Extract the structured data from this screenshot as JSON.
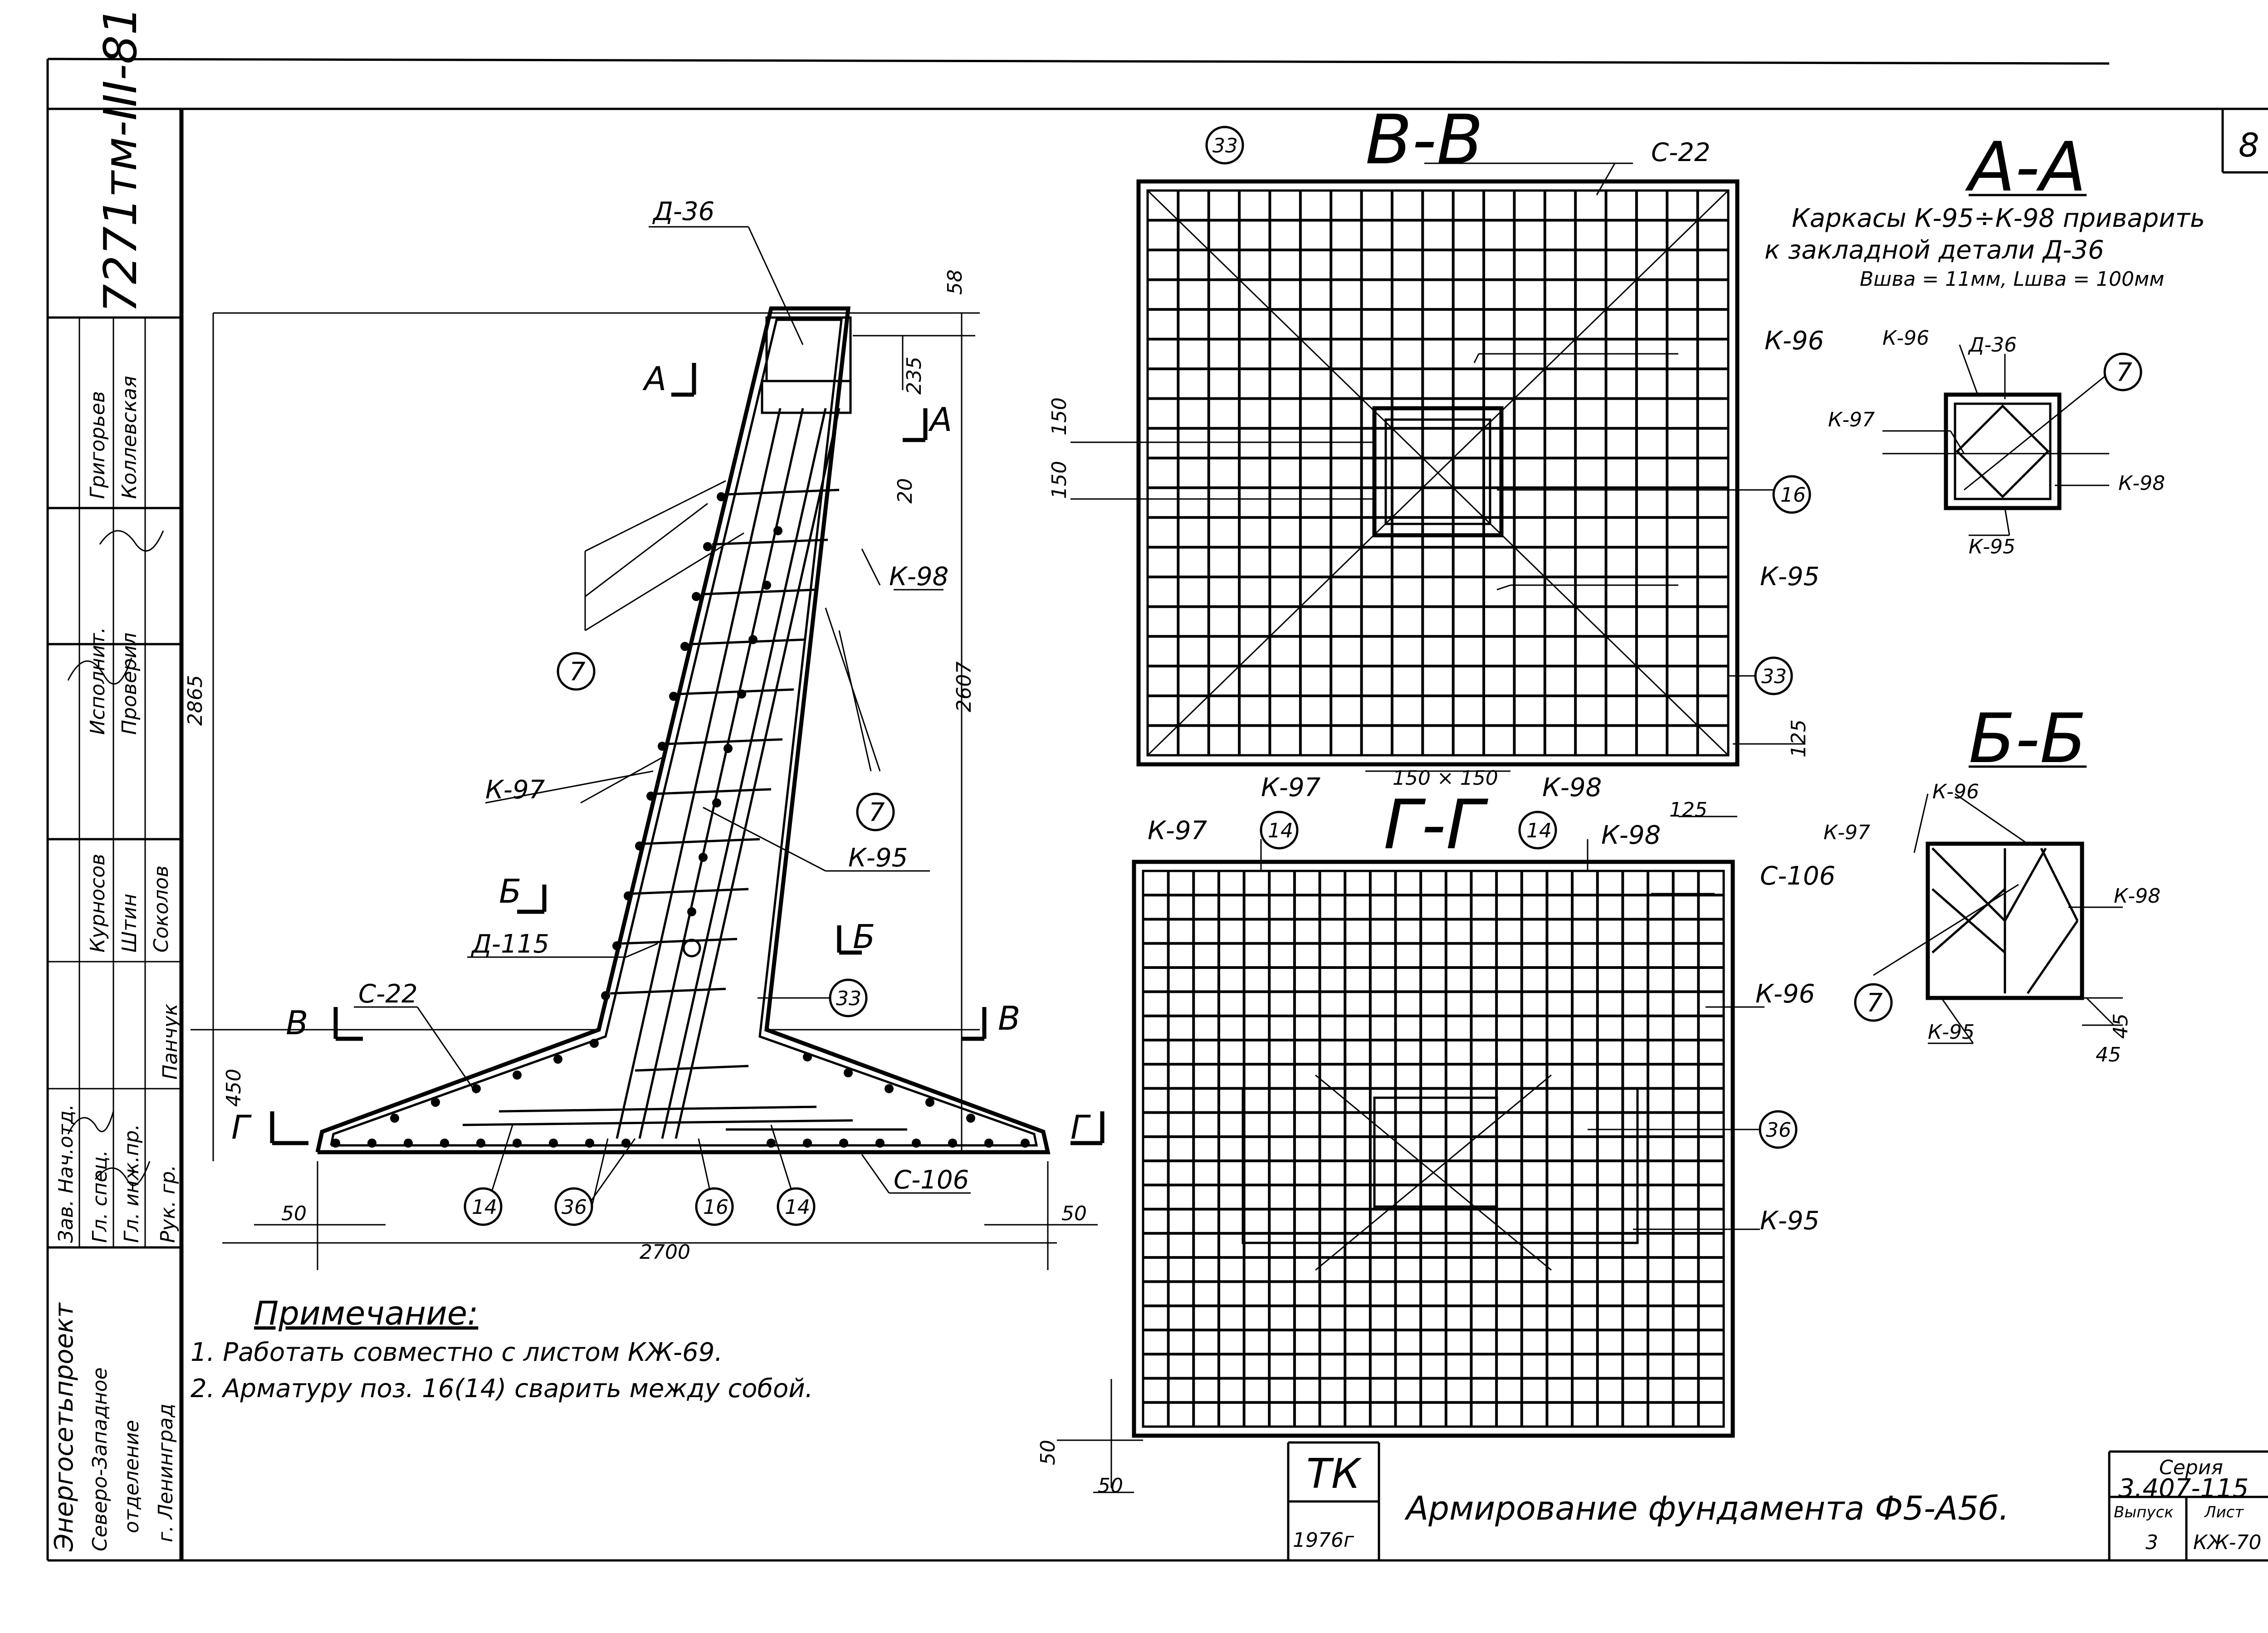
{
  "sheet_corner": "8",
  "stamp": {
    "code": "7271тм-III-81",
    "rows": [
      {
        "role": "Зав. Нач.отд.",
        "name": "Курносов"
      },
      {
        "role": "Гл. спец.",
        "name": "Штин"
      },
      {
        "role": "Гл. инж.пр.",
        "name": "Соколов"
      },
      {
        "role": "Рук. гр.",
        "name": "Панчук"
      },
      {
        "role": "Исполнит.",
        "name": "Григорьев"
      },
      {
        "role": "Проверил",
        "name": "Коллевская"
      }
    ],
    "org": [
      "Энергосетьпроект",
      "Северо-Западное",
      "отделение",
      "г. Ленинград"
    ]
  },
  "sections": {
    "aa": "А-А",
    "bb": "Б-Б",
    "vv": "В-В",
    "gg": "Г-Г",
    "cut_a": "А",
    "cut_b": "Б",
    "cut_v": "В",
    "cut_g": "Г"
  },
  "aa_note": [
    "Каркасы К-95÷К-98 приварить",
    "к закладной детали Д-36",
    "Вшва = 11мм, Lшва = 100мм"
  ],
  "labels": {
    "d36": "Д-36",
    "d115": "Д-115",
    "c22": "С-22",
    "c106": "С-106",
    "k95": "К-95",
    "k96": "К-96",
    "k97": "К-97",
    "k98": "К-98",
    "p7": "7",
    "p14": "14",
    "p16": "16",
    "p33": "33",
    "p36": "36"
  },
  "dims": {
    "d58": "58",
    "d235": "235",
    "d20": "20",
    "d2607": "2607",
    "d2865": "2865",
    "d450": "450",
    "d50": "50",
    "d2700": "2700",
    "d150": "150",
    "d125": "125",
    "d150x150": "150 × 150",
    "d45": "45"
  },
  "notes": {
    "title": "Примечание:",
    "items": [
      "1. Работать совместно с листом КЖ-69.",
      "2. Арматуру поз. 16(14) сварить между собой."
    ]
  },
  "title_block": {
    "tk": "ТК",
    "year": "1976г",
    "title": "Армирование фундамента Ф5-А5б.",
    "series_label": "Серия",
    "series": "3.407-115",
    "issue_label": "Выпуск",
    "issue": "3",
    "sheet_label": "Лист",
    "sheet": "КЖ-70"
  }
}
